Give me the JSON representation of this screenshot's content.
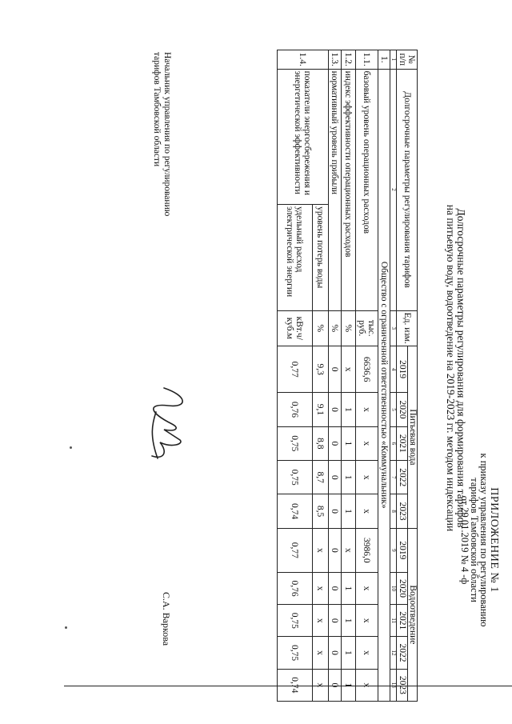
{
  "appendix": {
    "heading": "ПРИЛОЖЕНИЕ № 1",
    "line1": "к приказу управления по регулированию",
    "line2": "тарифов Тамбовской области",
    "line3": "от 29.01.2019 № 4 -ф"
  },
  "title": {
    "line1": "Долгосрочные параметры регулирования для формирования тарифов",
    "line2": "на питьевую воду, водоотведение на 2019-2023 гг. методом индексации"
  },
  "table": {
    "headers": {
      "num": "№ п/п",
      "param": "Долгосрочные параметры регулирования тарифов",
      "unit": "Ед. изм.",
      "water": "Питьевая вода",
      "drain": "Водоотведение",
      "years": [
        "2019",
        "2020",
        "2021",
        "2022",
        "2023"
      ]
    },
    "col_index": [
      "1",
      "2",
      "3",
      "4",
      "5",
      "6",
      "7",
      "8",
      "9",
      "10",
      "11",
      "12",
      "13"
    ],
    "org": {
      "num": "1.",
      "name": "Общество с ограниченной ответственностью «Коммунальник»"
    },
    "rows": [
      {
        "num": "1.1.",
        "param": "базовый уровень операционных расходов",
        "unit": "тыс. руб.",
        "water": [
          "6636,6",
          "x",
          "x",
          "x",
          "x"
        ],
        "drain": [
          "3986,0",
          "x",
          "x",
          "x",
          "x"
        ]
      },
      {
        "num": "1.2.",
        "param": "индекс эффективности операционных расходов",
        "unit": "%",
        "water": [
          "x",
          "1",
          "1",
          "1",
          "1"
        ],
        "drain": [
          "x",
          "1",
          "1",
          "1",
          "1"
        ]
      },
      {
        "num": "1.3.",
        "param": "нормативный уровень прибыли",
        "unit": "%",
        "water": [
          "0",
          "0",
          "0",
          "0",
          "0"
        ],
        "drain": [
          "0",
          "0",
          "0",
          "0",
          "0"
        ]
      }
    ],
    "energy": {
      "num": "1.4.",
      "param": "показатели энергосбережения и энергетической эффективности",
      "sub": [
        {
          "name": "уровень потерь воды",
          "unit": "%",
          "water": [
            "9,3",
            "9,1",
            "8,8",
            "8,7",
            "8,5"
          ],
          "drain": [
            "x",
            "x",
            "x",
            "x",
            "x"
          ]
        },
        {
          "name": "удельный расход электрической энергии",
          "unit": "кВт.ч/ куб.м",
          "water": [
            "0,77",
            "0,76",
            "0,75",
            "0,75",
            "0,74"
          ],
          "drain": [
            "0,77",
            "0,76",
            "0,75",
            "0,75",
            "0,74"
          ]
        }
      ]
    }
  },
  "signature": {
    "position_line1": "Начальник управления по регулированию",
    "position_line2": "тарифов Тамбовской области",
    "name": "С.А. Варкова"
  }
}
